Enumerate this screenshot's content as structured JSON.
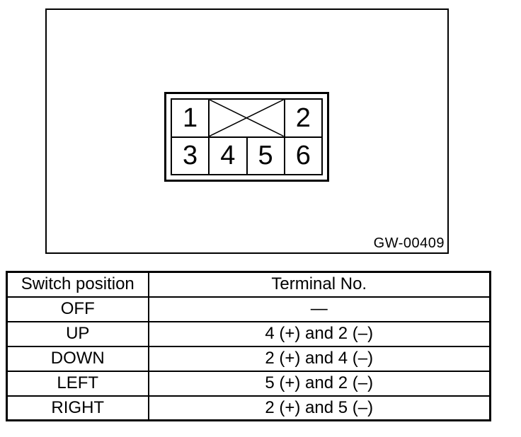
{
  "figure": {
    "label": "GW-00409",
    "connector": {
      "pins": [
        "1",
        "2",
        "3",
        "4",
        "5",
        "6"
      ],
      "keyway_icon": "x-cross-icon"
    }
  },
  "table": {
    "headers": {
      "switch_position": "Switch position",
      "terminal_no": "Terminal No."
    },
    "rows": [
      {
        "position": "OFF",
        "terminal": "—"
      },
      {
        "position": "UP",
        "terminal": "4 (+) and 2 (–)"
      },
      {
        "position": "DOWN",
        "terminal": "2 (+) and 4 (–)"
      },
      {
        "position": "LEFT",
        "terminal": "5 (+) and 2 (–)"
      },
      {
        "position": "RIGHT",
        "terminal": "2 (+) and 5 (–)"
      }
    ]
  },
  "colors": {
    "ink": "#000000",
    "background": "#ffffff"
  }
}
